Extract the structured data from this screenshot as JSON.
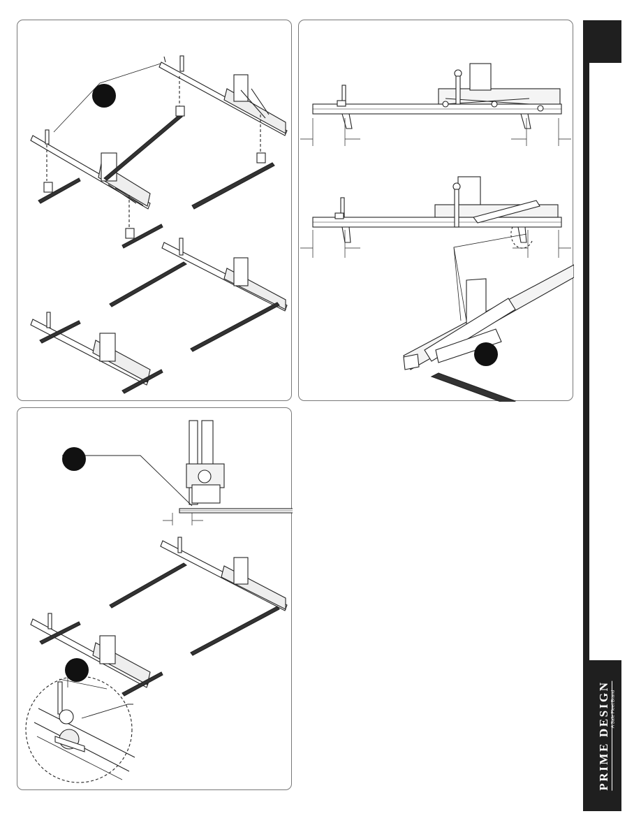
{
  "brand": {
    "name": "PRIME DESIGN",
    "tagline": "A Safe Fleet Brand"
  },
  "colors": {
    "sidebar": "#1f1f1f",
    "panel_border": "#777777",
    "line_art": "#222222",
    "callout": "#111111"
  },
  "panels": [
    {
      "name": "exploded-rack-assembly",
      "callouts": 1
    },
    {
      "name": "side-elevation-dimensions",
      "callouts": 1
    },
    {
      "name": "clamp-mount-detail",
      "callouts": 2
    }
  ]
}
